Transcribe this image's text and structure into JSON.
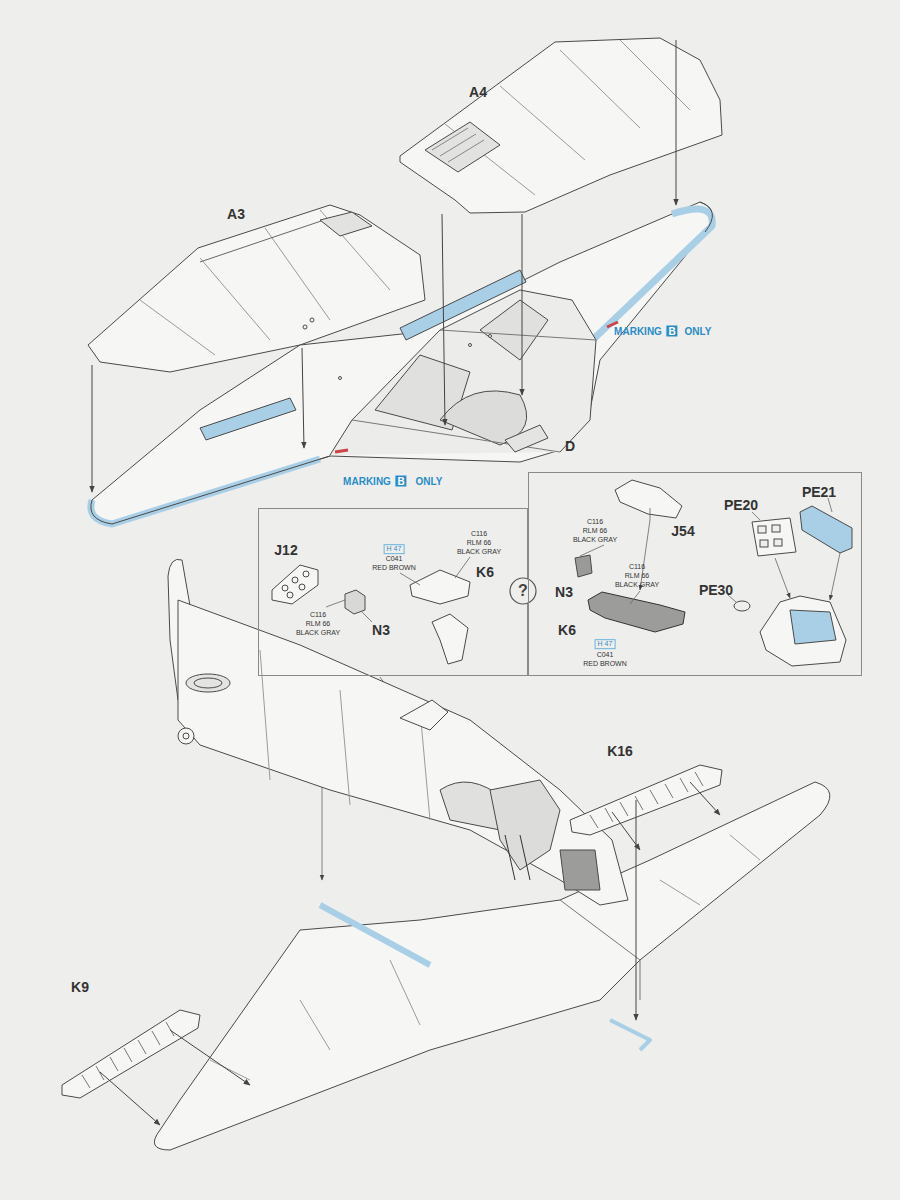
{
  "diagram": {
    "nodes": [
      {
        "text": [
          "J12",
          "H 47",
          "C041",
          "RED BROWN",
          "C116",
          "RLM 66",
          "BLACK GRAY",
          "K6",
          "C116",
          "RLM 66",
          "BLACK GRAY",
          "N3"
        ]
      },
      {
        "text": [
          "?"
        ]
      },
      {
        "text": [
          "J54",
          "C116",
          "RLM 66",
          "BLACK GRAY",
          "PE20",
          "PE21",
          "N3",
          "C116",
          "RLM 66",
          "BLACK GRAY",
          "PE30",
          "K6",
          "H 47",
          "C041",
          "RED BROWN"
        ]
      }
    ],
    "labels": [
      "A4",
      "A3",
      "MARKING",
      "B",
      "ONLY",
      "D",
      "MARKING",
      "B",
      "ONLY",
      "K16",
      "K9"
    ]
  }
}
